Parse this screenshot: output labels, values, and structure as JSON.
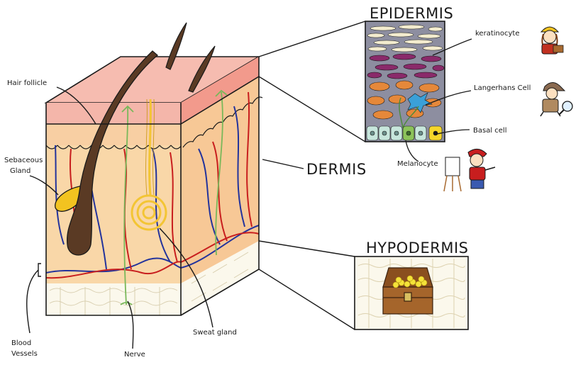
{
  "titles": {
    "epidermis": "EPIDERMIS",
    "dermis": "DERMIS",
    "hypodermis": "HYPODERMIS"
  },
  "labels": {
    "hair_follicle": "Hair follicle",
    "sebaceous_gland_line1": "Sebaceous",
    "sebaceous_gland_line2": "Gland",
    "blood_vessels_line1": "Blood",
    "blood_vessels_line2": "Vessels",
    "nerve": "Nerve",
    "sweat_gland": "Sweat gland",
    "keratinocyte": "keratinocyte",
    "langerhans_cell": "Langerhans Cell",
    "basal_cell": "Basal cell",
    "melanocyte": "Melanocyte"
  },
  "colors": {
    "skin_surface": "#f5b3a8",
    "epidermis_layer": "#f29a8c",
    "dermis": "#f9d7a8",
    "hypodermis_fat": "#fbf8ec",
    "hair": "#5a3a24",
    "sebaceous": "#f2c320",
    "sweat_gland": "#f3c534",
    "artery": "#c81e1e",
    "vein": "#23339c",
    "nerve": "#79b85a",
    "inset_bg": "#8d8ea0",
    "outline": "#1a1a1a"
  },
  "icons": [
    "detective-icon",
    "construction-worker-icon",
    "painter-icon",
    "treasure-chest-icon"
  ]
}
